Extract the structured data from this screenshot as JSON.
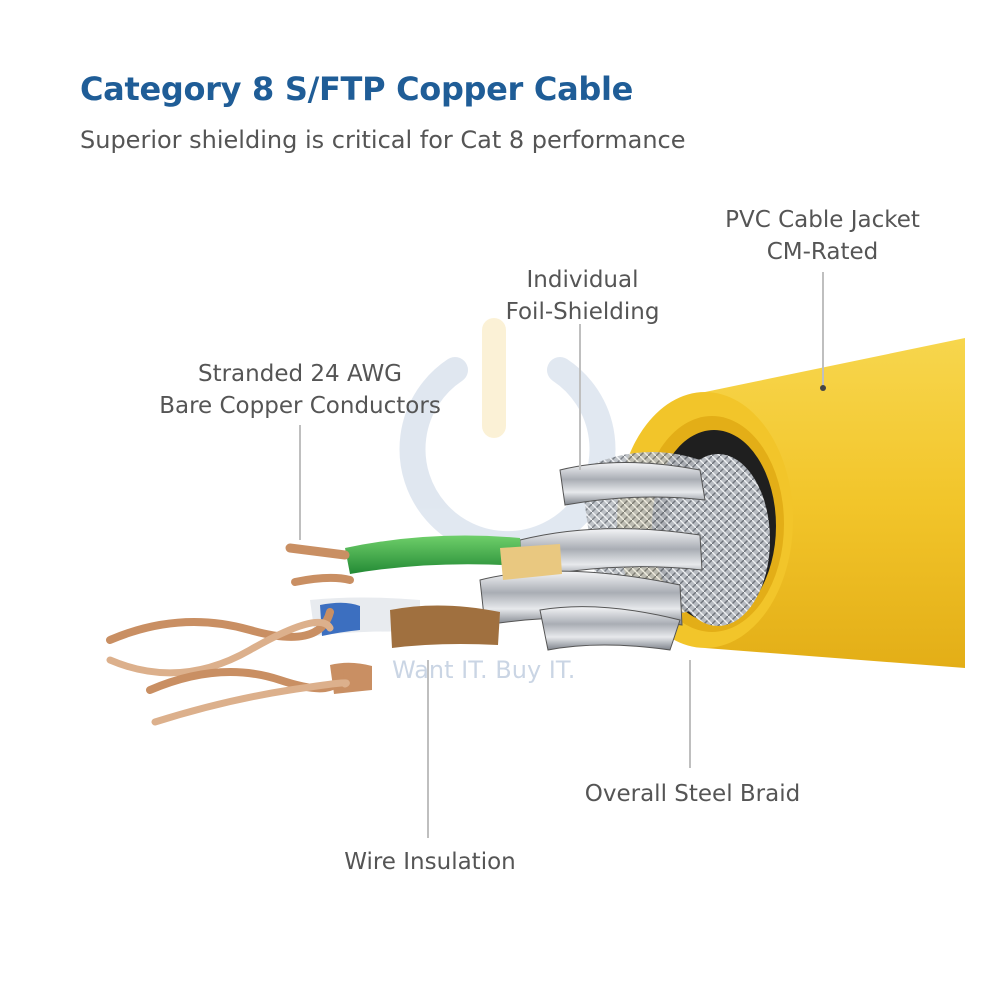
{
  "header": {
    "title": "Category 8 S/FTP Copper Cable",
    "subtitle": "Superior shielding is critical for Cat 8 performance"
  },
  "labels": {
    "jacket": [
      "PVC Cable Jacket",
      "CM-Rated"
    ],
    "foil": [
      "Individual",
      "Foil-Shielding"
    ],
    "conductors": [
      "Stranded 24 AWG",
      "Bare Copper Conductors"
    ],
    "braid": [
      "Overall Steel Braid"
    ],
    "insulation": [
      "Wire Insulation"
    ]
  },
  "watermark": {
    "tagline": "Want IT. Buy IT.",
    "icon": "power-icon"
  },
  "colors": {
    "title": "#1f5d97",
    "jacket": "#f2c52a",
    "copper": "#c98f63",
    "foil": "#c9ccd1",
    "green_wire": "#3aa84a",
    "blue_wire": "#3c6fc0",
    "brown_wire": "#a0703f",
    "orange_wire": "#e9c880"
  }
}
